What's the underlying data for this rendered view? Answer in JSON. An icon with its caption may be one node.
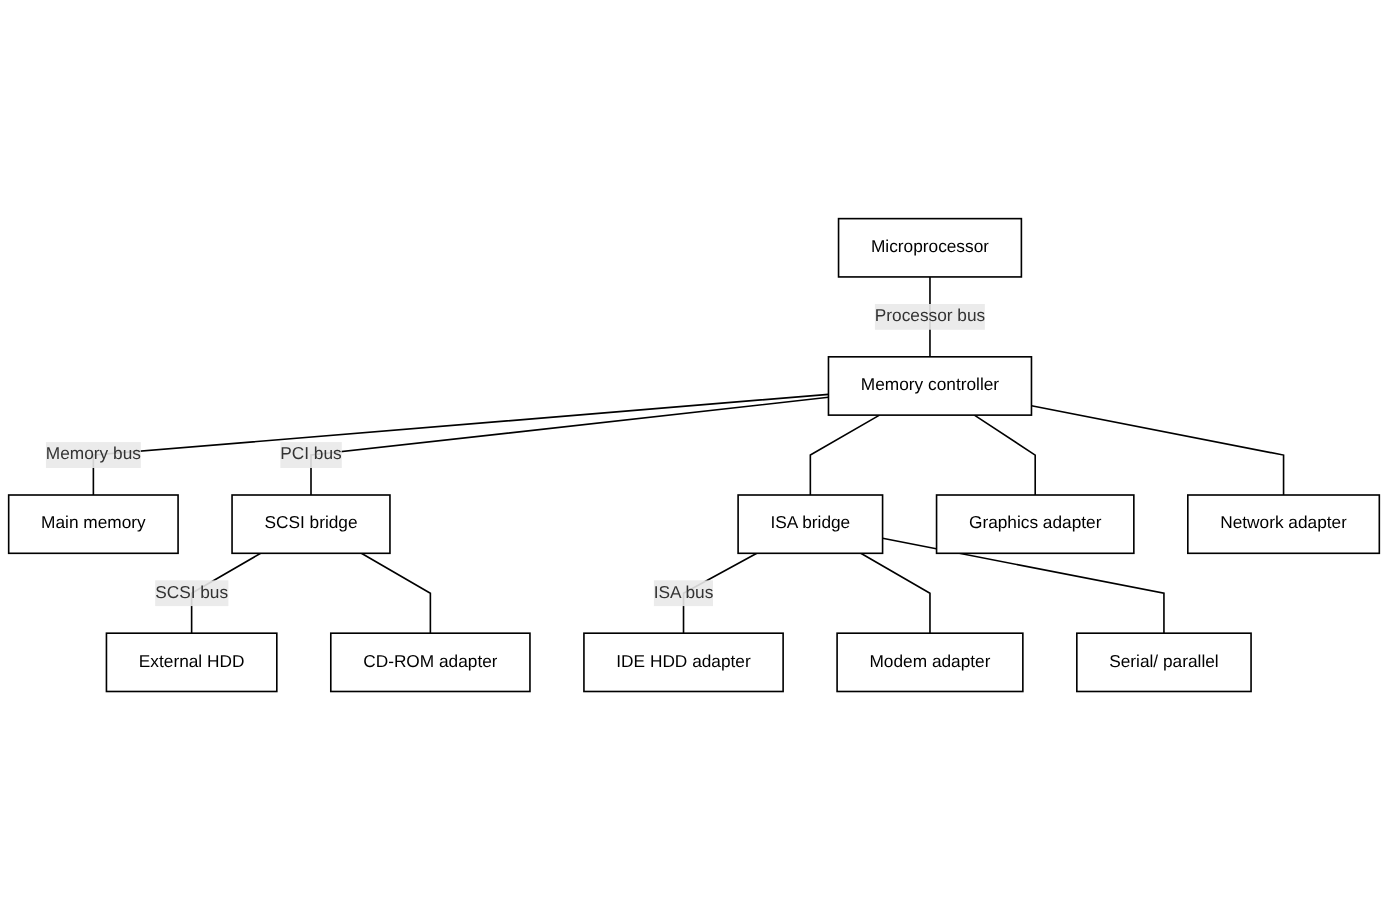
{
  "diagram": {
    "nodes": [
      {
        "text": [
          "Microprocessor"
        ]
      },
      {
        "text": [
          "Memory controller"
        ]
      },
      {
        "text": [
          "Main memory"
        ]
      },
      {
        "text": [
          "SCSI bridge"
        ]
      },
      {
        "text": [
          "ISA bridge"
        ]
      },
      {
        "text": [
          "Graphics adapter"
        ]
      },
      {
        "text": [
          "Network adapter"
        ]
      },
      {
        "text": [
          "External HDD"
        ]
      },
      {
        "text": [
          "CD-ROM adapter"
        ]
      },
      {
        "text": [
          "IDE HDD adapter"
        ]
      },
      {
        "text": [
          "Modem adapter"
        ]
      },
      {
        "text": [
          "Serial/ parallel"
        ]
      }
    ],
    "edges": [
      {
        "from": 0,
        "to": 1,
        "arrow": "none",
        "label": "Processor bus"
      },
      {
        "from": 1,
        "to": 2,
        "arrow": "none",
        "label": "Memory bus"
      },
      {
        "from": 1,
        "to": 3,
        "arrow": "none",
        "label": "PCI bus"
      },
      {
        "from": 1,
        "to": 4,
        "arrow": "none"
      },
      {
        "from": 1,
        "to": 5,
        "arrow": "none"
      },
      {
        "from": 1,
        "to": 6,
        "arrow": "none"
      },
      {
        "from": 3,
        "to": 7,
        "arrow": "none",
        "label": "SCSI bus"
      },
      {
        "from": 3,
        "to": 8,
        "arrow": "none"
      },
      {
        "from": 4,
        "to": 9,
        "arrow": "none",
        "label": "ISA bus"
      },
      {
        "from": 4,
        "to": 10,
        "arrow": "none"
      },
      {
        "from": 4,
        "to": 11,
        "arrow": "none"
      }
    ]
  }
}
